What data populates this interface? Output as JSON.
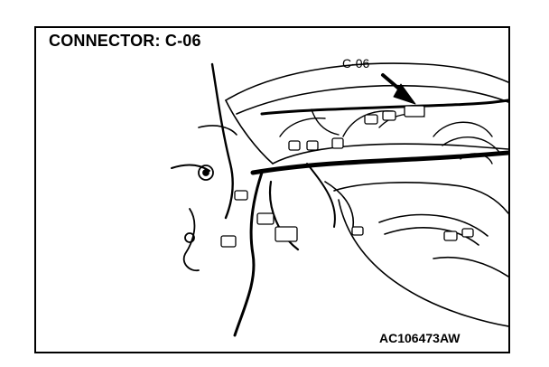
{
  "figure": {
    "title": "CONNECTOR: C-06",
    "callout_label": "C-06",
    "figure_id": "AC106473AW"
  },
  "colors": {
    "ink": "#000000",
    "paper": "#ffffff"
  }
}
